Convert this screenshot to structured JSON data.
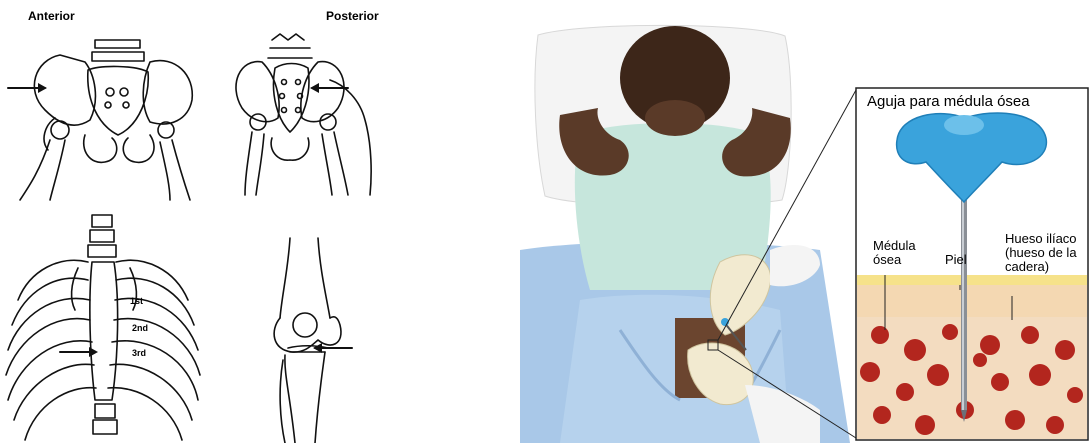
{
  "left_panel": {
    "headers": {
      "anterior": "Anterior",
      "posterior": "Posterior"
    },
    "rib_labels": [
      "1st",
      "2nd",
      "3rd"
    ]
  },
  "right_panel": {
    "inset": {
      "title": "Aguja para médula ósea",
      "labels": {
        "marrow": "Médula ósea",
        "skin": "Piel",
        "iliac_bone": "Hueso ilíaco (hueso de la cadera)"
      }
    },
    "colors": {
      "needle_blue": "#3aa3dc",
      "shirt": "#c6e6dc",
      "drape": "#a9c8e8",
      "skin_dark": "#5a3a28",
      "marrow_red": "#b3261e",
      "bone_cream": "#f3dcc0"
    }
  }
}
